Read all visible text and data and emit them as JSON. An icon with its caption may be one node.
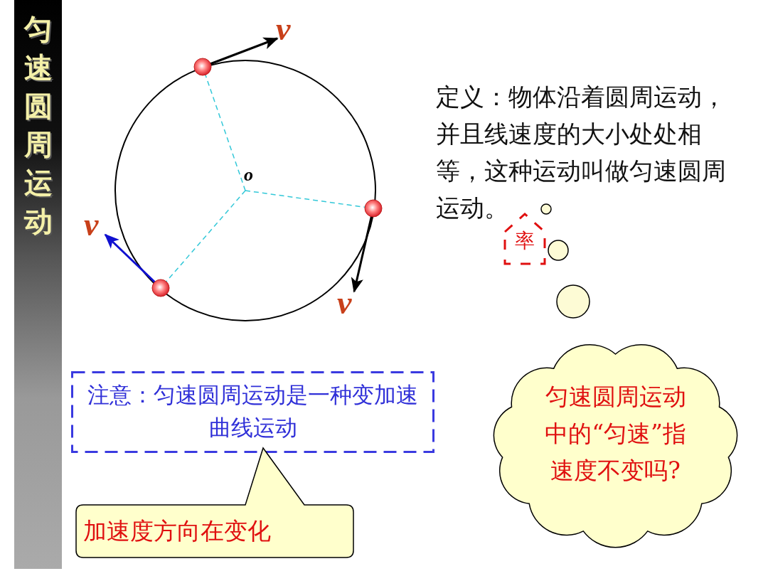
{
  "diagram": {
    "nodes": [
      {
        "text": [
          "匀速圆周运动"
        ]
      },
      {
        "text": [
          "率"
        ]
      },
      {
        "text": [],
        "shape": "circle"
      },
      {
        "text": [],
        "shape": "circle"
      },
      {
        "text": [],
        "shape": "circle"
      },
      {
        "text": [
          "注意：匀速圆周运动是一种变加速曲线运动"
        ]
      },
      {
        "text": [
          "加速度方向在变化"
        ]
      },
      {
        "text": [
          "匀速圆周运动中的“匀速”指速度不变吗?"
        ]
      }
    ],
    "labels": [
      "v",
      "定义：物体沿着圆周运动，并且线速度的大小处处相等，这种运动叫做匀速圆周运动。",
      "o",
      "v",
      "v"
    ]
  }
}
